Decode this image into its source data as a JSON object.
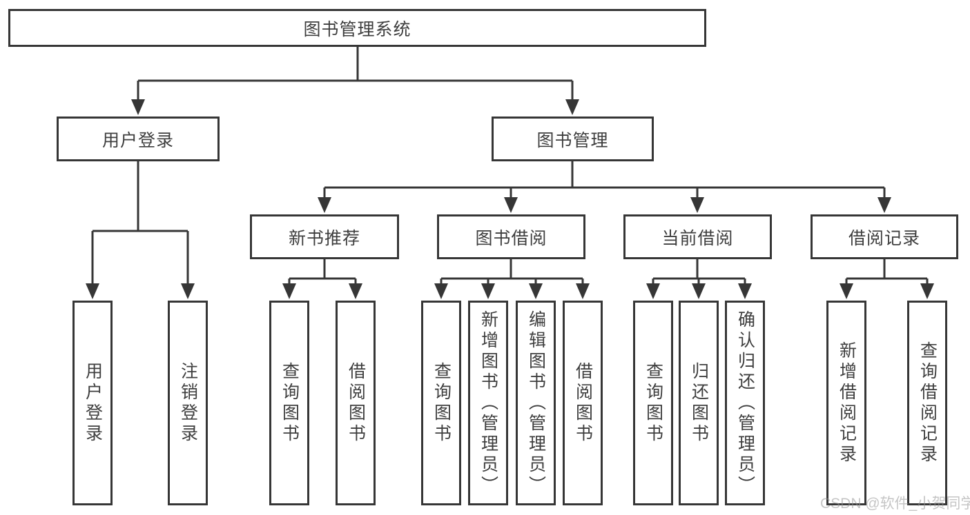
{
  "diagram": {
    "root": "图书管理系统",
    "level2": {
      "user_login": "用户登录",
      "book_mgmt": "图书管理"
    },
    "level3": {
      "new_books": "新书推荐",
      "borrow": "图书借阅",
      "current": "当前借阅",
      "records": "借阅记录"
    },
    "leaves": {
      "user_login": [
        "用户登录",
        "注销登录"
      ],
      "new_books": [
        "查询图书",
        "借阅图书"
      ],
      "borrow": [
        "查询图书",
        "新增图书（管理员）",
        "编辑图书（管理员）",
        "借阅图书"
      ],
      "current": [
        "查询图书",
        "归还图书",
        "确认归还（管理员）"
      ],
      "records": [
        "新增借阅记录",
        "查询借阅记录"
      ]
    }
  },
  "watermark": "CSDN @软件_小贺同学",
  "colors": {
    "line": "#363636",
    "text": "#3e3e3e",
    "background": "#ffffff",
    "watermark": "rgba(150,150,150,0.55)"
  }
}
